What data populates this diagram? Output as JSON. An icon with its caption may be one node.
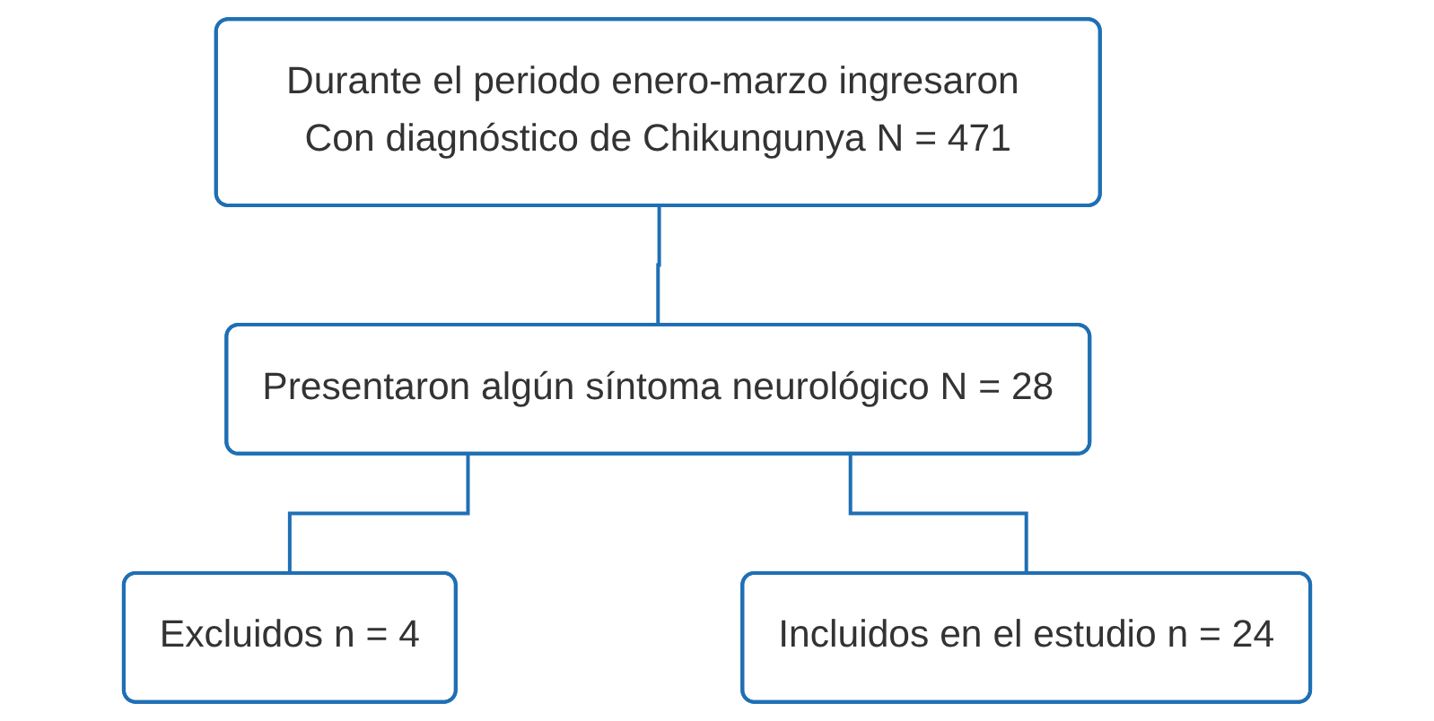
{
  "diagram": {
    "nodes": [
      {
        "text": [
          "Durante el periodo enero-marzo ingresaron Con diagnóstico de Chikungunya N = 471"
        ]
      },
      {
        "text": [
          "Presentaron algún síntoma neurológico N = 28"
        ]
      },
      {
        "text": [
          "Excluidos n = 4"
        ]
      },
      {
        "text": [
          "Incluidos en el estudio n = 24"
        ]
      }
    ],
    "edges": [
      {
        "from": 0,
        "to": 1,
        "arrow": "none"
      },
      {
        "from": 1,
        "to": 2,
        "arrow": "none"
      },
      {
        "from": 1,
        "to": 3,
        "arrow": "none"
      }
    ]
  }
}
